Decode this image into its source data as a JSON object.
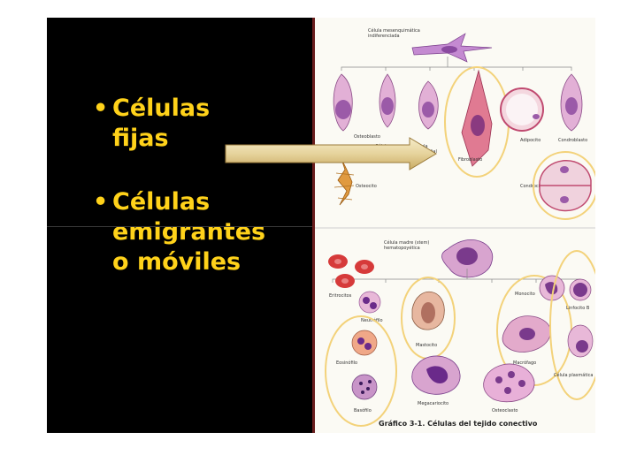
{
  "bullets": [
    {
      "lines": [
        "Células",
        "fijas"
      ]
    },
    {
      "lines": [
        "Células",
        "emigrantes",
        "o móviles"
      ]
    }
  ],
  "diagram": {
    "top_labels": {
      "mesenchymal": [
        "Célula mesenquimática",
        "indiferenciada"
      ],
      "osteoblasto": "Osteoblasto",
      "celula_reticular": [
        "Célula",
        "reticular"
      ],
      "celula_mesotelial": [
        "Célula",
        "mesotelial"
      ],
      "adipocito": "Adipocito",
      "condroblasto": "Condroblasto",
      "fibroblasto": "Fibroblasto",
      "osteocito": "Osteocito",
      "condrocito": "Condrocito"
    },
    "bottom_labels": {
      "stem": [
        "Célula madre (stem)",
        "hematopoyética"
      ],
      "eritrocitos": "Eritrocitos",
      "monocito": "Monocito",
      "linfocito": "Linfocito B",
      "neutrofilo": "Neutrófilo",
      "mastocito": "Mastocito",
      "eosinofilo": "Eosinófilo",
      "macrofago": "Macrófago",
      "plasmatica": "Célula plasmática",
      "megacariocito": "Megacariocito",
      "osteoclasto": "Osteoclasto",
      "basofilo": "Basófilo"
    },
    "caption": "Gráfico 3-1.  Células del tejido conectivo"
  },
  "colors": {
    "slide_bg": "#000000",
    "bullet_text": "#ffd21a",
    "highlight_ring": "#f3d27a",
    "arrow_fill": "#e9d8a6"
  }
}
